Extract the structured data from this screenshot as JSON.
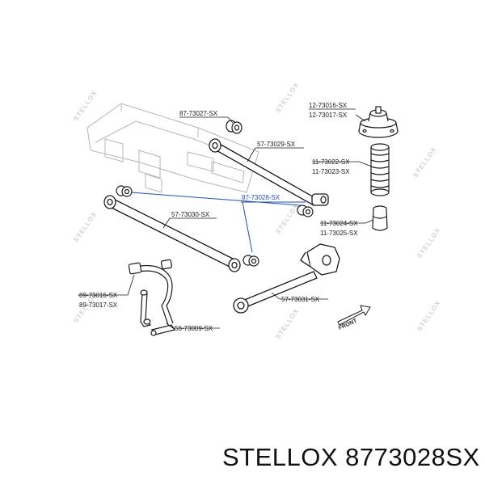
{
  "labels": {
    "p87_73027": "87-73027-SX",
    "p12_73016": "12-73016-SX",
    "p12_73017": "12-73017-SX",
    "p57_73029": "57-73029-SX",
    "p11_73022": "11-73022-SX",
    "p11_73023": "11-73023-SX",
    "p87_73028": "87-73028-SX",
    "p57_73030": "57-73030-SX",
    "p11_73024": "11-73024-SX",
    "p11_73025": "11-73025-SX",
    "p89_73016": "89-73016-SX",
    "p89_73017": "89-73017-SX",
    "p57_73031": "57-73031-SX",
    "p56_73009": "56-73009-SX"
  },
  "front_label": "FRONT",
  "watermark": "STELLOX",
  "caption": "STELLOX 8773028SX",
  "colors": {
    "highlight": "#1f4fb5",
    "line": "#1a1a1a",
    "watermark": "#d0d0d0"
  }
}
